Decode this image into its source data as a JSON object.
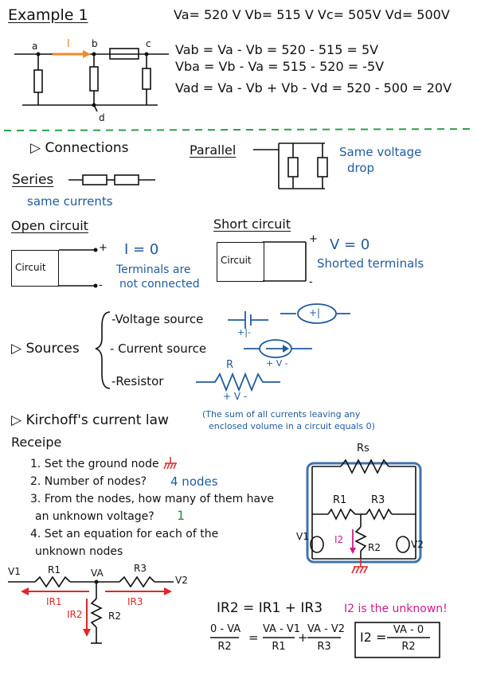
{
  "example": {
    "title": "Example 1",
    "node_a": "a",
    "node_b": "b",
    "node_c": "c",
    "node_d": "d",
    "current": "I",
    "voltages": "Va= 520 V   Vb= 515 V   Vc= 505V   Vd= 500V",
    "eq1": "Vab = Va - Vb = 520 - 515 = 5V",
    "eq2": "Vba = Vb - Va = 515 - 520 = -5V",
    "eq3": "Vad = Va - Vb + Vb - Vd = 520 - 500 = 20V"
  },
  "connections": {
    "heading": "▷ Connections",
    "parallel": "Parallel",
    "parallel_note_1": "Same voltage",
    "parallel_note_2": "drop",
    "series": "Series",
    "series_note": "same currents"
  },
  "open_circuit": {
    "heading": "Open circuit",
    "box": "Circuit",
    "plus": "+",
    "minus": "-",
    "i0": "I = 0",
    "note_1": "Terminals are",
    "note_2": "not connected"
  },
  "short_circuit": {
    "heading": "Short circuit",
    "box": "Circuit",
    "plus": "+",
    "minus": "-",
    "v0": "V = 0",
    "note": "Shorted terminals"
  },
  "sources": {
    "heading": "▷ Sources",
    "voltage": "-Voltage source",
    "current": "- Current source",
    "resistor": "-Resistor",
    "pm": "+|-",
    "plus_in_circle": "+|",
    "current_pm": "+ V -",
    "r_label": "R",
    "r_pm": "+  V  -"
  },
  "kcl": {
    "heading": "▷ Kirchoff's current law",
    "note_1": "(The sum of all currents leaving any",
    "note_2": "enclosed volume in a circuit equals 0)",
    "recipe": "Receipe",
    "step1": "1. Set the ground node",
    "step2": "2. Number of nodes?",
    "step2_answer": "4 nodes",
    "step3a": "3. From the nodes, how many of them have",
    "step3b": "an unknown voltage?",
    "step3_answer": "1",
    "step4a": "4. Set an equation for each of the",
    "step4b": "unknown nodes"
  },
  "right_circuit": {
    "rs": "Rs",
    "r1": "R1",
    "r3": "R3",
    "v1": "V1",
    "v2": "V2",
    "i2": "I2",
    "r2": "R2"
  },
  "bottom_circuit": {
    "v1": "V1",
    "r1": "R1",
    "va": "VA",
    "r3": "R3",
    "v2": "V2",
    "ir1": "IR1",
    "ir3": "IR3",
    "ir2": "IR2",
    "r2": "R2"
  },
  "equations": {
    "kcl": "IR2 = IR1 + IR3",
    "unknown": "I2 is the unknown!",
    "frac1_num": "0 - VA",
    "frac1_den": "R2",
    "frac2_num": "VA - V1",
    "frac2_den": "R1",
    "frac3_num": "VA - V2",
    "frac3_den": "R3",
    "eq": "=",
    "plus": "+",
    "i2_lhs": "I2 =",
    "i2_num": "VA - 0",
    "i2_den": "R2"
  },
  "colors": {
    "ink": "#111111",
    "blue": "#1f5b9e",
    "green": "#1a9a3a",
    "red": "#e0262a",
    "magenta": "#d11a8a",
    "orange": "#f08a2a",
    "divider": "#2aa04a"
  }
}
